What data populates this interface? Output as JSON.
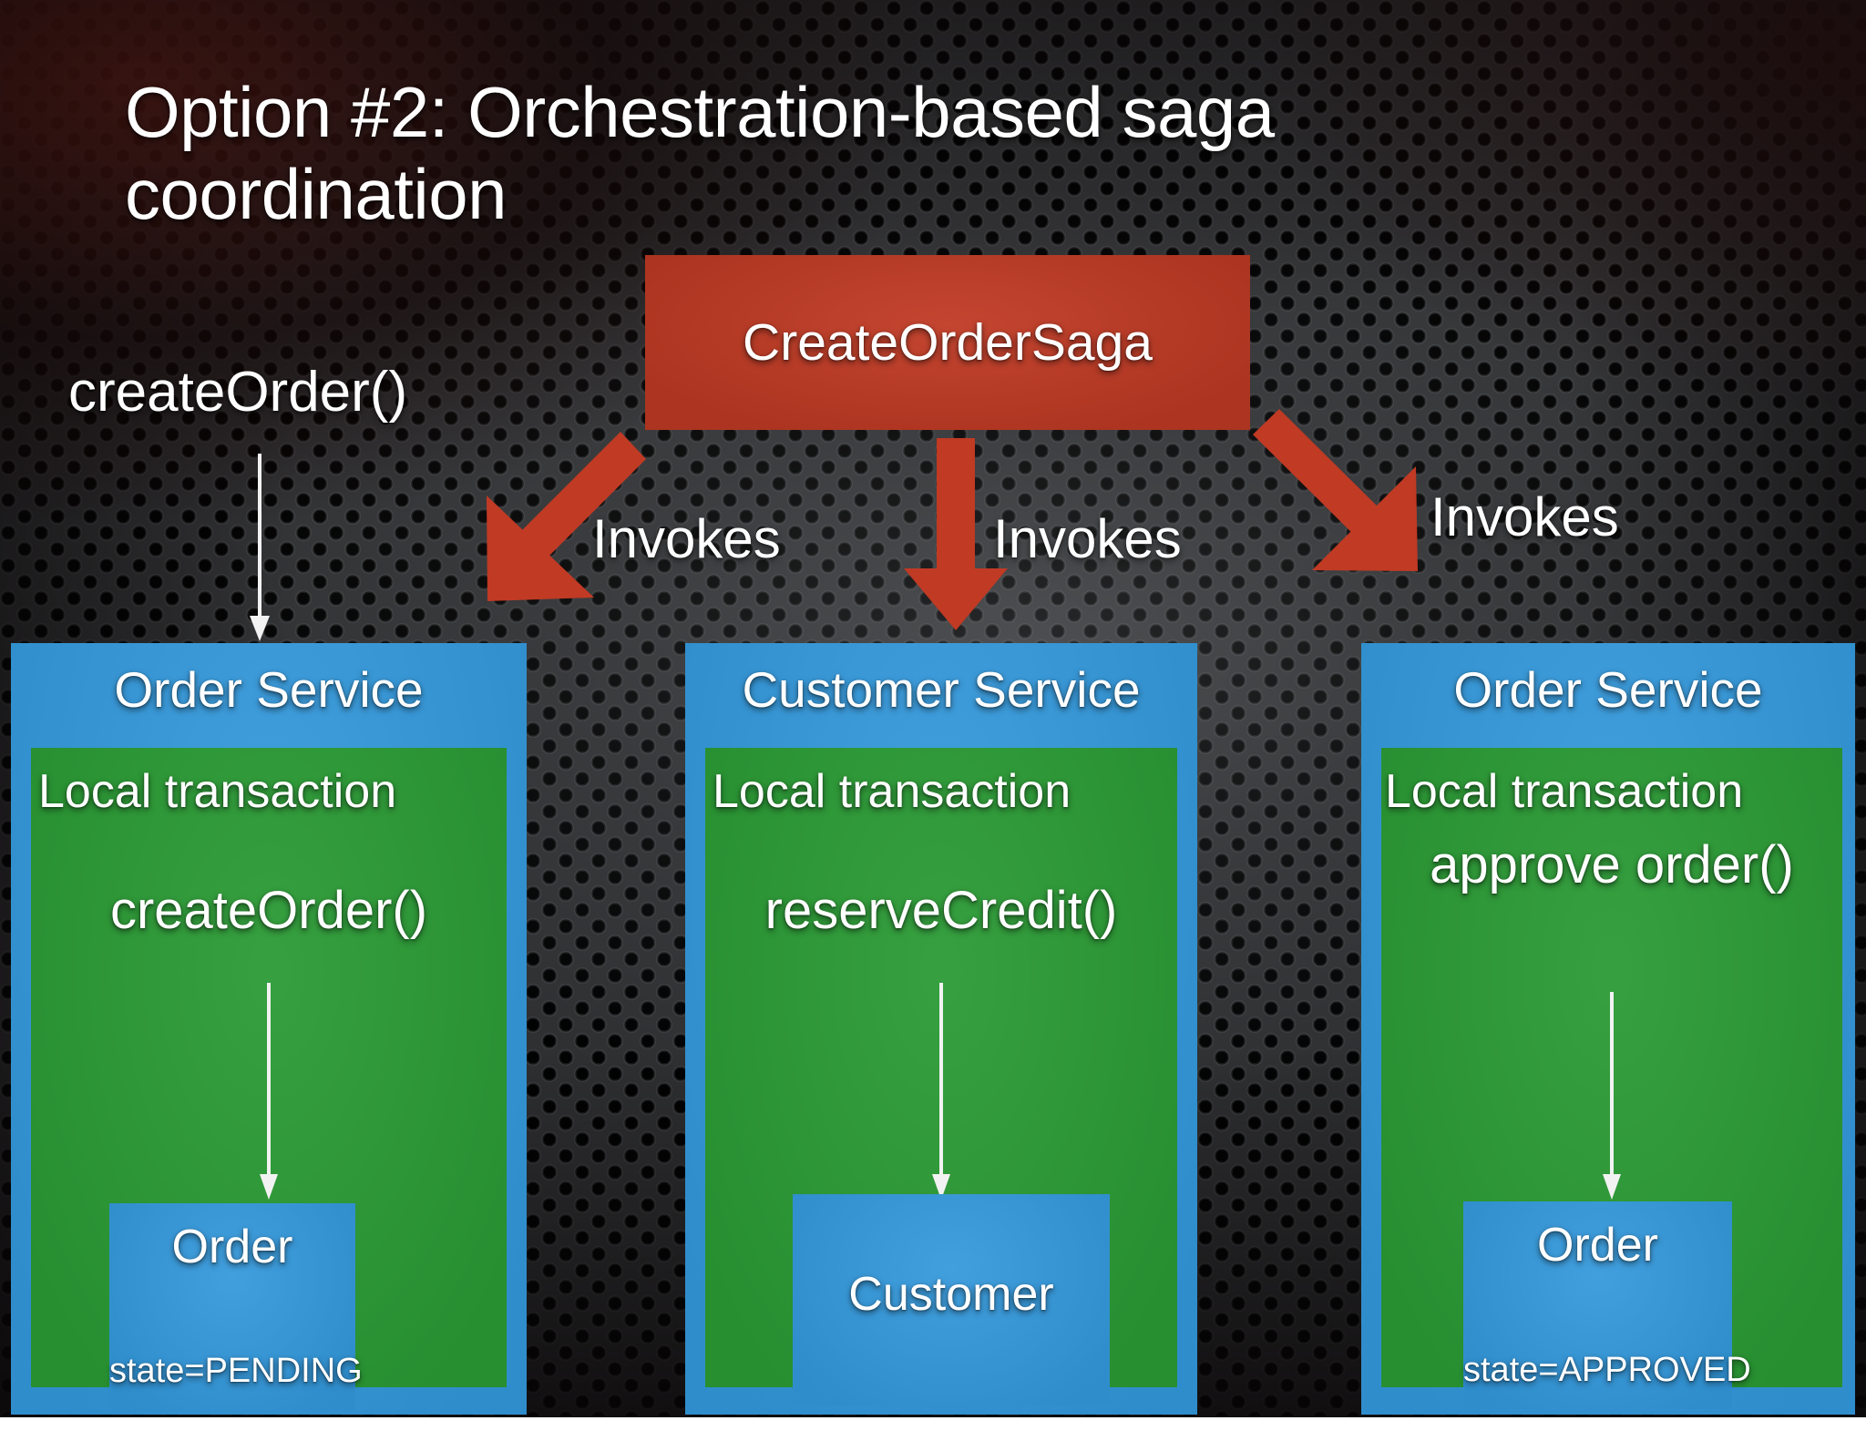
{
  "slide": {
    "title": "Option #2: Orchestration-based saga coordination",
    "caller_label": "createOrder()",
    "saga": {
      "name": "CreateOrderSaga",
      "color": "#c03a24"
    },
    "invokes_labels": [
      "Invokes",
      "Invokes",
      "Invokes"
    ],
    "colors": {
      "service_blue": "#3398db",
      "transaction_green": "#2a9a34",
      "saga_red": "#c03a24",
      "text": "#ffffff",
      "background": "#2f3032"
    },
    "services": [
      {
        "name": "Order Service",
        "transaction_label": "Local transaction",
        "operation": "createOrder()",
        "entity": {
          "name": "Order",
          "state": "state=PENDING"
        }
      },
      {
        "name": "Customer Service",
        "transaction_label": "Local transaction",
        "operation": "reserveCredit()",
        "entity": {
          "name": "Customer",
          "state": ""
        }
      },
      {
        "name": "Order Service",
        "transaction_label": "Local transaction",
        "operation": "approve order()",
        "entity": {
          "name": "Order",
          "state": "state=APPROVED"
        }
      }
    ]
  }
}
